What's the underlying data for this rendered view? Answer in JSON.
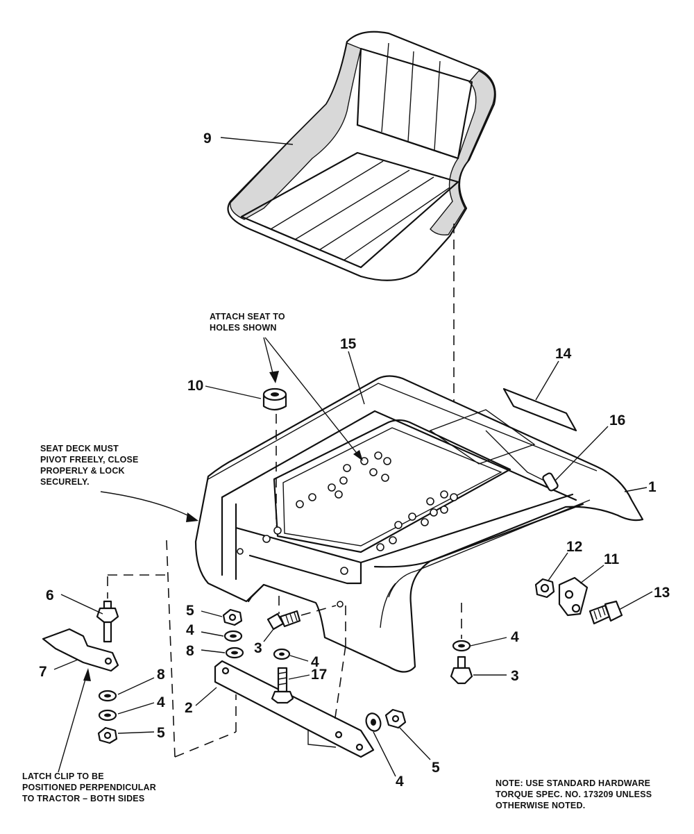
{
  "parts": [
    {
      "id": "9",
      "label": "9"
    },
    {
      "id": "10",
      "label": "10"
    },
    {
      "id": "15",
      "label": "15"
    },
    {
      "id": "14",
      "label": "14"
    },
    {
      "id": "16",
      "label": "16"
    },
    {
      "id": "1",
      "label": "1"
    },
    {
      "id": "12",
      "label": "12"
    },
    {
      "id": "11",
      "label": "11"
    },
    {
      "id": "13",
      "label": "13"
    },
    {
      "id": "6",
      "label": "6"
    },
    {
      "id": "5a",
      "label": "5"
    },
    {
      "id": "4a",
      "label": "4"
    },
    {
      "id": "8a",
      "label": "8"
    },
    {
      "id": "3a",
      "label": "3"
    },
    {
      "id": "4b",
      "label": "4"
    },
    {
      "id": "4c",
      "label": "4"
    },
    {
      "id": "3b",
      "label": "3"
    },
    {
      "id": "7",
      "label": "7"
    },
    {
      "id": "17",
      "label": "17"
    },
    {
      "id": "8b",
      "label": "8"
    },
    {
      "id": "2",
      "label": "2"
    },
    {
      "id": "4d",
      "label": "4"
    },
    {
      "id": "5b",
      "label": "5"
    },
    {
      "id": "4e",
      "label": "4"
    },
    {
      "id": "5c",
      "label": "5"
    }
  ],
  "notes": {
    "attach_seat": [
      "ATTACH SEAT TO",
      "HOLES SHOWN"
    ],
    "seat_deck": [
      "SEAT DECK MUST",
      "PIVOT FREELY, CLOSE",
      "PROPERLY & LOCK",
      "SECURELY."
    ],
    "latch_clip": [
      "LATCH CLIP TO BE",
      "POSITIONED PERPENDICULAR",
      "TO TRACTOR – BOTH SIDES"
    ],
    "hardware": [
      "NOTE: USE STANDARD HARDWARE",
      "TORQUE SPEC. NO. 173209 UNLESS",
      "OTHERWISE NOTED."
    ]
  }
}
